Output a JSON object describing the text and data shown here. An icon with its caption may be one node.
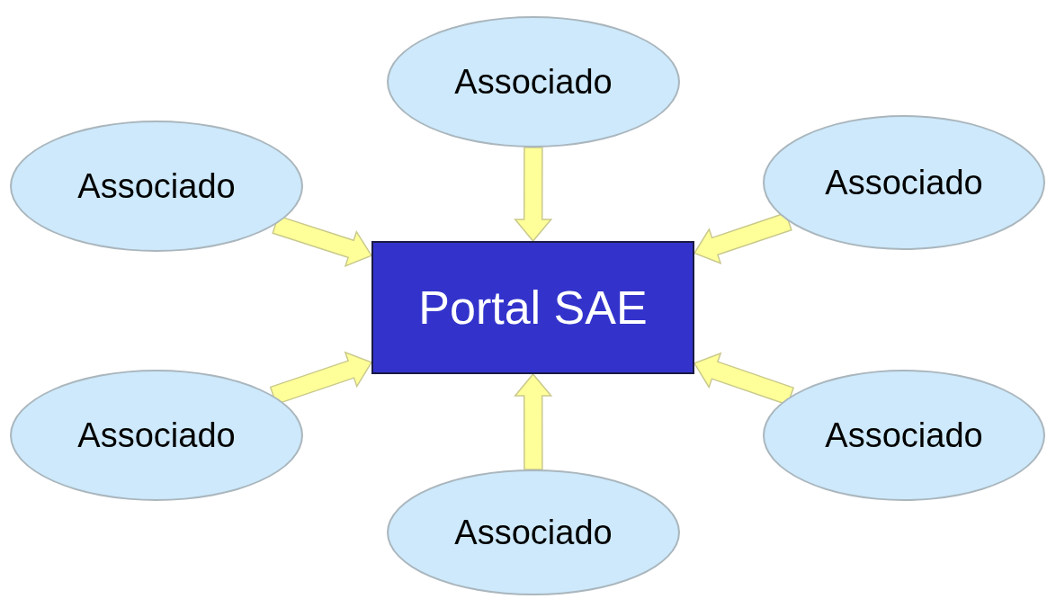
{
  "diagram": {
    "nodes": [
      {
        "text": [
          "Associado"
        ]
      },
      {
        "text": [
          "Associado"
        ]
      },
      {
        "text": [
          "Associado"
        ]
      },
      {
        "text": [
          "Portal SAE"
        ]
      },
      {
        "text": [
          "Associado"
        ]
      },
      {
        "text": [
          "Associado"
        ]
      },
      {
        "text": [
          "Associado"
        ]
      }
    ],
    "edges": [
      {
        "from": 0,
        "to": 3,
        "arrow": "to"
      },
      {
        "from": 1,
        "to": 3,
        "arrow": "to"
      },
      {
        "from": 2,
        "to": 3,
        "arrow": "to"
      },
      {
        "from": 4,
        "to": 3,
        "arrow": "to"
      },
      {
        "from": 5,
        "to": 3,
        "arrow": "to"
      },
      {
        "from": 6,
        "to": 3,
        "arrow": "to"
      }
    ]
  }
}
